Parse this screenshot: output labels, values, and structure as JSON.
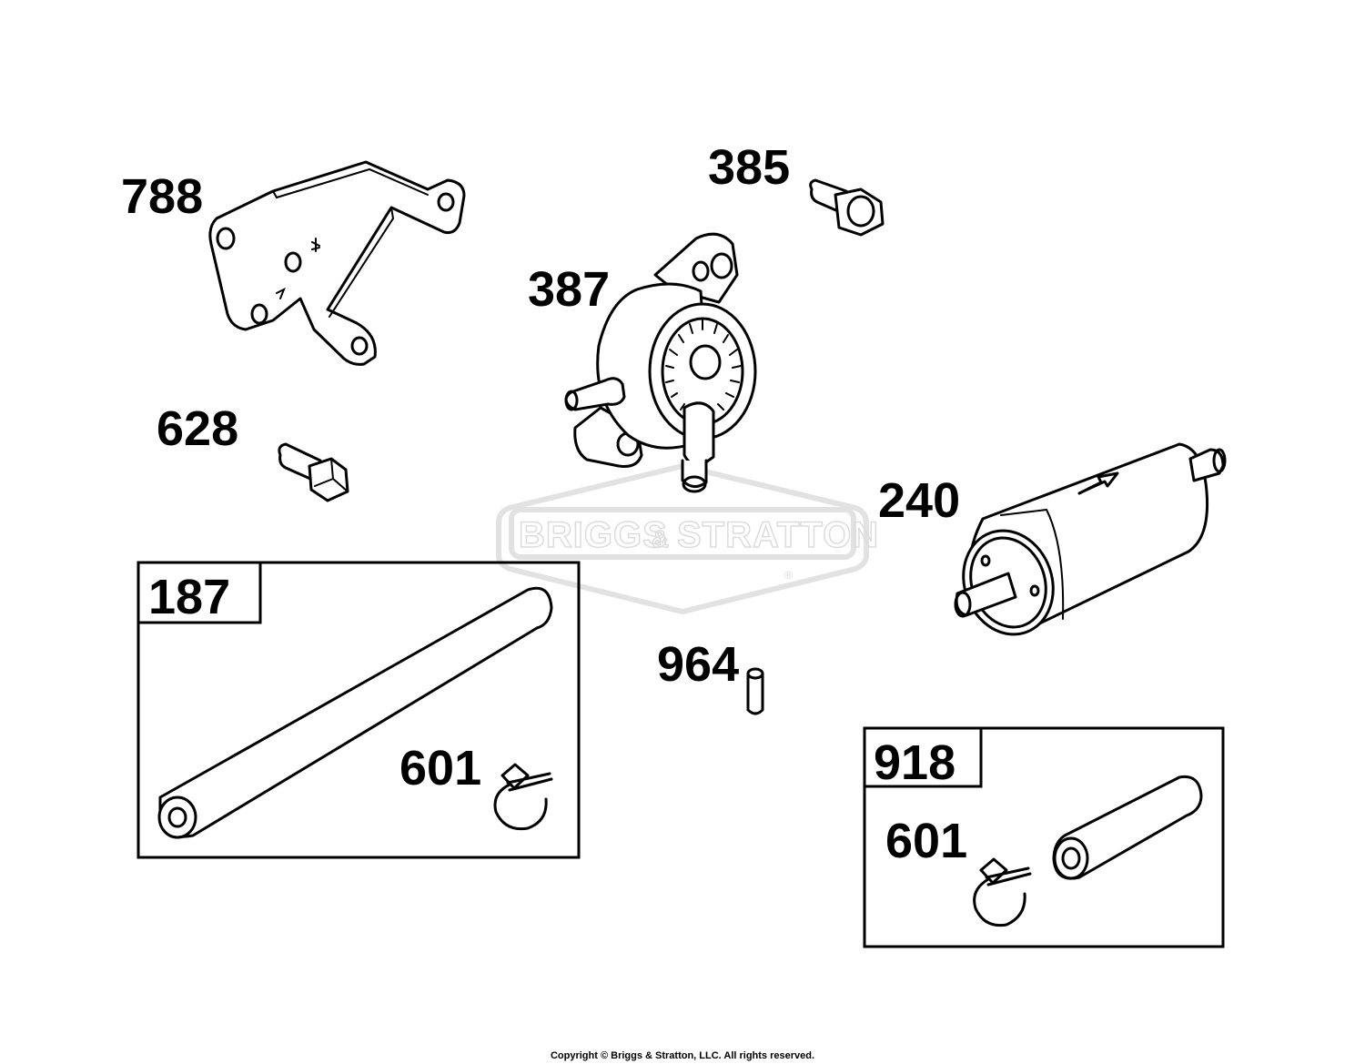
{
  "watermark": {
    "brand_left": "BRIGGS",
    "brand_amp": "&",
    "brand_right": "STRATTON",
    "registered": "®"
  },
  "parts": [
    {
      "number": "788",
      "name": "bracket"
    },
    {
      "number": "385",
      "name": "screw"
    },
    {
      "number": "387",
      "name": "fuel-pump"
    },
    {
      "number": "628",
      "name": "screw"
    },
    {
      "number": "240",
      "name": "fuel-filter"
    },
    {
      "number": "964",
      "name": "pin"
    }
  ],
  "kits": [
    {
      "number": "187",
      "items": [
        {
          "number": "601",
          "name": "clamp"
        }
      ]
    },
    {
      "number": "918",
      "items": [
        {
          "number": "601",
          "name": "clamp"
        }
      ]
    }
  ],
  "footer": {
    "copyright": "Copyright © Briggs & Stratton, LLC. All rights reserved."
  }
}
